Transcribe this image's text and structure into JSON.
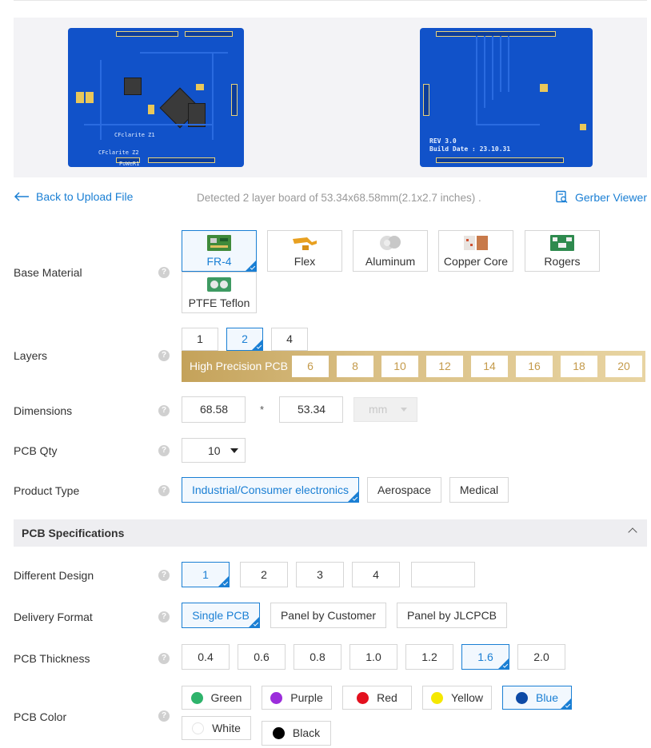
{
  "preview": {
    "top_board": {
      "texts": [
        "CFclarite Z1",
        "CFclarite Z2",
        "PoWeR1"
      ]
    },
    "bottom_board": {
      "rev": "REV 3.0",
      "build": "Build Date : 23.10.31"
    }
  },
  "nav": {
    "back_label": "Back to Upload File",
    "detected_text": "Detected 2 layer board of 53.34x68.58mm(2.1x2.7 inches) .",
    "gerber_label": "Gerber Viewer"
  },
  "base_material": {
    "label": "Base Material",
    "options": [
      {
        "name": "FR-4",
        "selected": true
      },
      {
        "name": "Flex",
        "selected": false
      },
      {
        "name": "Aluminum",
        "selected": false
      },
      {
        "name": "Copper Core",
        "selected": false
      },
      {
        "name": "Rogers",
        "selected": false
      },
      {
        "name": "PTFE Teflon",
        "selected": false
      }
    ]
  },
  "layers": {
    "label": "Layers",
    "options": [
      "1",
      "2",
      "4"
    ],
    "selected": "2",
    "high_precision_label": "High Precision PCB",
    "high_precision_options": [
      "6",
      "8",
      "10",
      "12",
      "14",
      "16",
      "18",
      "20"
    ]
  },
  "dimensions": {
    "label": "Dimensions",
    "width": "68.58",
    "separator": "*",
    "height": "53.34",
    "unit": "mm"
  },
  "pcb_qty": {
    "label": "PCB Qty",
    "value": "10"
  },
  "product_type": {
    "label": "Product Type",
    "options": [
      "Industrial/Consumer electronics",
      "Aerospace",
      "Medical"
    ],
    "selected": "Industrial/Consumer electronics"
  },
  "specs_section": {
    "title": "PCB Specifications"
  },
  "different_design": {
    "label": "Different Design",
    "options": [
      "1",
      "2",
      "3",
      "4",
      ""
    ],
    "selected": "1"
  },
  "delivery_format": {
    "label": "Delivery Format",
    "options": [
      "Single PCB",
      "Panel by Customer",
      "Panel by JLCPCB"
    ],
    "selected": "Single PCB"
  },
  "pcb_thickness": {
    "label": "PCB Thickness",
    "options": [
      "0.4",
      "0.6",
      "0.8",
      "1.0",
      "1.2",
      "1.6",
      "2.0"
    ],
    "selected": "1.6"
  },
  "pcb_color": {
    "label": "PCB Color",
    "options": [
      {
        "name": "Green",
        "color": "#2eb36b"
      },
      {
        "name": "Purple",
        "color": "#9b2ddb"
      },
      {
        "name": "Red",
        "color": "#e3101e"
      },
      {
        "name": "Yellow",
        "color": "#f5e800"
      },
      {
        "name": "Blue",
        "color": "#0d4aa6"
      },
      {
        "name": "White",
        "color": "#ffffff"
      },
      {
        "name": "Black",
        "color": "#000000"
      }
    ],
    "selected": "Blue"
  },
  "help_glyph": "?",
  "colors": {
    "accent": "#1a7fd4",
    "gold": "#c9a862"
  }
}
